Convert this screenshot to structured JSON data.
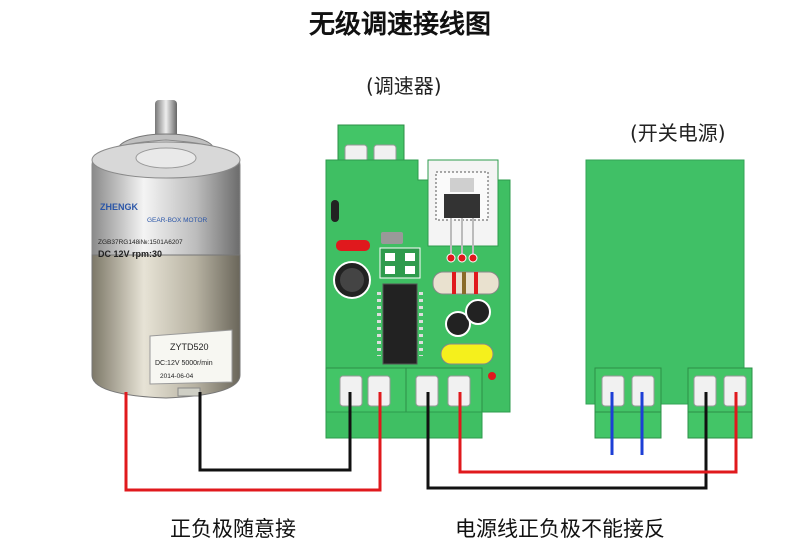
{
  "title": "无级调速接线图",
  "labels": {
    "controller": "(调速器)",
    "power_supply": "(开关电源)"
  },
  "captions": {
    "motor_note": "正负极随意接",
    "power_note": "电源线正负极不能接反"
  },
  "motor": {
    "brand": "ZHENGK",
    "type": "GEAR-BOX MOTOR",
    "model_line": "ZGB37RG148i№:1501A6207",
    "rating": "DC 12V  rpm:30",
    "label_model": "ZYTD520",
    "label_rating": "DC:12V 5000r/min",
    "label_date": "2014-06-04"
  },
  "colors": {
    "board_green": "#3fbf63",
    "terminal_white": "#f1f1f1",
    "wire_red": "#e0191d",
    "wire_black": "#111111",
    "wire_blue": "#1d3fd6",
    "power_green": "#40c066"
  }
}
